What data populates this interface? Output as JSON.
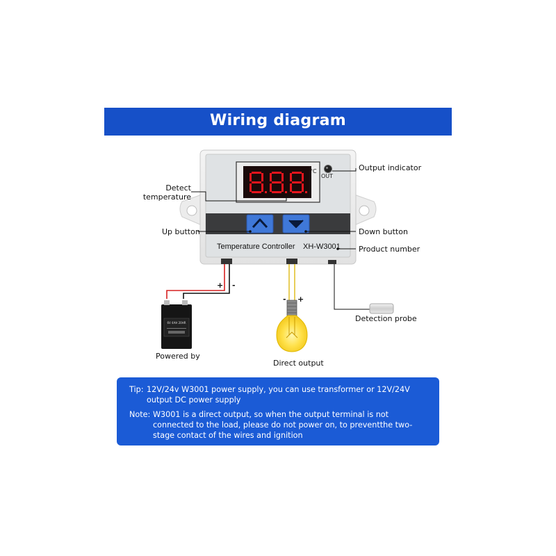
{
  "title": "Wiring diagram",
  "controller": {
    "display": "888",
    "unit": "°C",
    "out_label": "OUT",
    "panel_label": "Temperature Controller",
    "model": "XH-W3001"
  },
  "labels": {
    "output_indicator": "Output indicator",
    "detect_temperature_line1": "Detect",
    "detect_temperature_line2": "temperature",
    "up_button": "Up button",
    "down_button": "Down button",
    "product_number": "Product number",
    "detection_probe": "Detection probe",
    "powered_by": "Powered by",
    "direct_output": "Direct output",
    "plus": "+",
    "minus": "-"
  },
  "battery_text": "6V 4AH 20HR",
  "notes": {
    "tip_key": "Tip:",
    "tip_text": "12V/24v W3001 power supply, you can use transformer or 12V/24V output DC power supply",
    "note_key": "Note:",
    "note_text": "W3001 is a direct output, so when the output terminal is not connected to the load, please do not power on, to preventthe two-stage contact of the wires and ignition"
  },
  "colors": {
    "banner": "#1650c8",
    "notes_box": "#1b5bd6",
    "segment_red": "#e8141c",
    "button_blue": "#3f78d8",
    "bulb_glow": "#ffe14a"
  }
}
